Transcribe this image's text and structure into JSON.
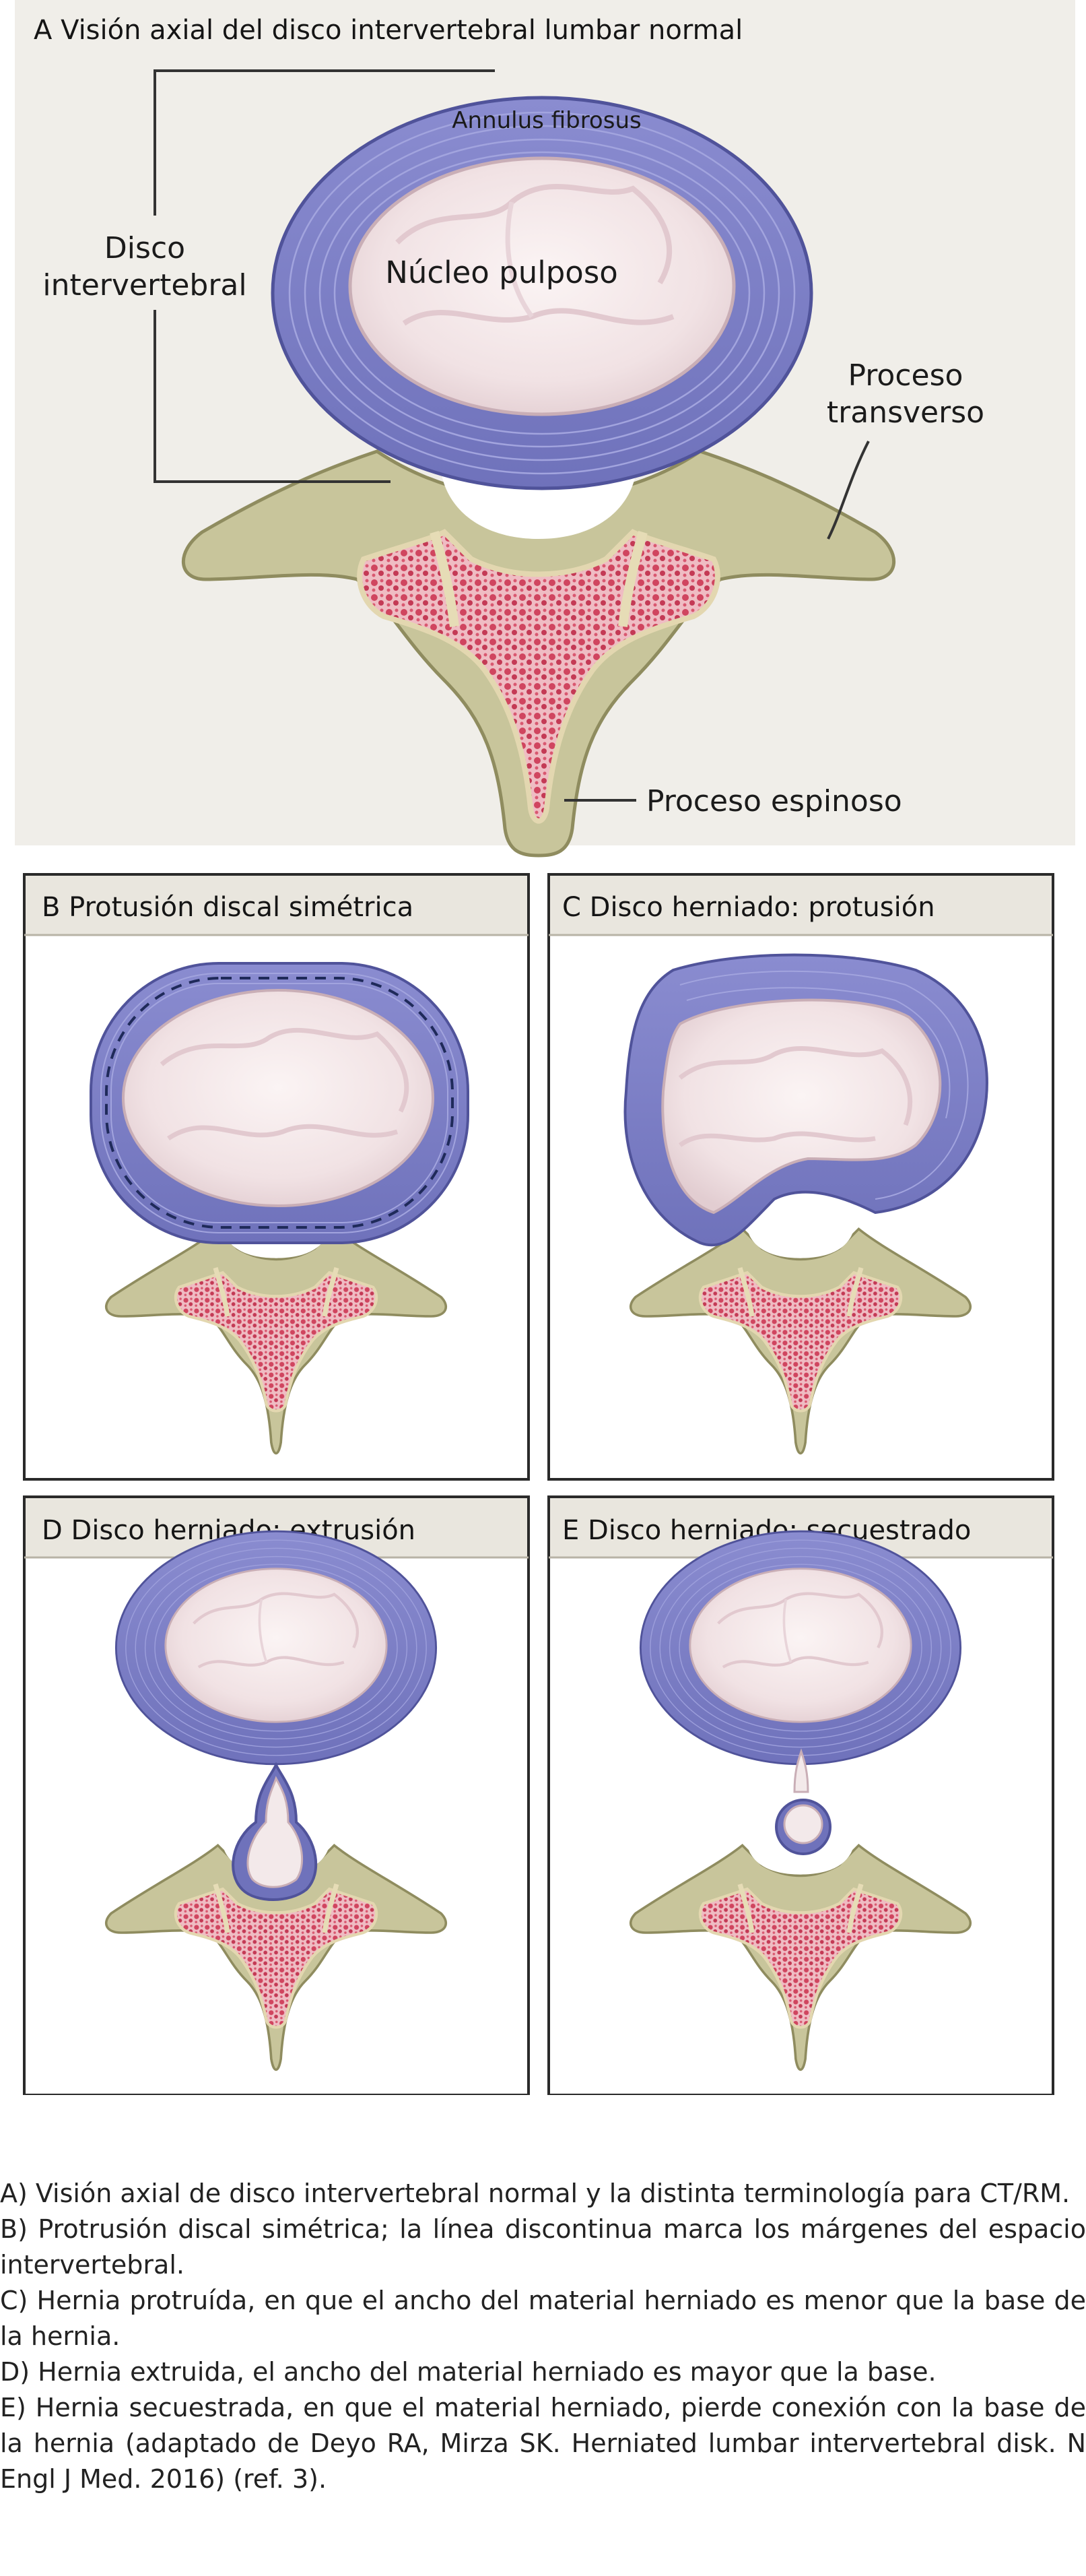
{
  "panel_a": {
    "title": "A  Visión axial del disco intervertebral lumbar normal",
    "annulus": "Annulus fibrosus",
    "nucleus": "Núcleo pulposo",
    "disc_label": [
      "Disco",
      "intervertebral"
    ],
    "transverse_label": [
      "Proceso",
      "transverso"
    ],
    "spinous_label": "Proceso espinoso"
  },
  "panels": {
    "b": "B Protusión discal simétrica",
    "c": "C Disco herniado: protusión",
    "d": "D Disco herniado: extrusión",
    "e": "E Disco herniado: secuestrado"
  },
  "caption": [
    "A) Visión axial de disco intervertebral normal y la distinta terminología para CT/RM.",
    "B) Protrusión discal simétrica; la línea discontinua marca los márgenes del espacio intervertebral.",
    "C) Hernia protruída, en que el ancho del material herniado es menor que la base de la hernia.",
    "D) Hernia extruida, el ancho del material herniado es mayor que la base.",
    "E) Hernia secuestrada, en que el material herniado, pierde conexión con la base de la hernia (adaptado de Deyo RA, Mirza SK. Herniated lumbar intervertebral disk. N Engl J Med. 2016) (ref. 3)."
  ],
  "colors": {
    "annulus": "#7d7fc6",
    "nucleus": "#f3e7e8",
    "bone": "#c6c49a",
    "marrow": "#d04f69",
    "panel_bg": "#f0eee9",
    "header_bg": "#e9e6de"
  }
}
